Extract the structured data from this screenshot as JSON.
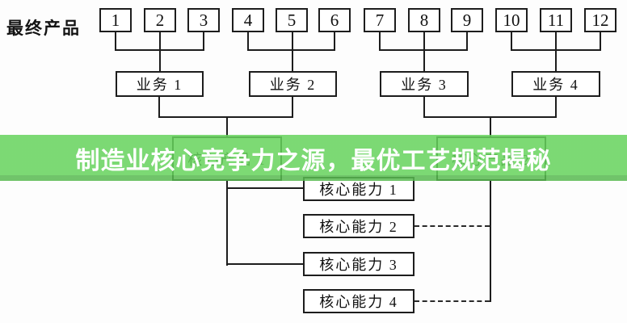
{
  "banner": {
    "text": "制造业核心竞争力之源，最优工艺规范揭秘",
    "bg_color": "#66d35c",
    "bg_opacity": 0.85,
    "bottom_edge_color": "#58ba50",
    "text_color": "#ffffff"
  },
  "diagram": {
    "final_product_label": "最终产品",
    "line_color": "#1d1d1d",
    "product_numbers": [
      "1",
      "2",
      "3",
      "4",
      "5",
      "6",
      "7",
      "8",
      "9",
      "10",
      "11",
      "12"
    ],
    "business_units": [
      "业务 1",
      "业务 2",
      "业务 3",
      "业务 4"
    ],
    "core_products": [
      "核心产品 1",
      "核心产品 2"
    ],
    "core_competences": [
      "核心能力 1",
      "核心能力 2",
      "核心能力 3",
      "核心能力 4"
    ]
  }
}
